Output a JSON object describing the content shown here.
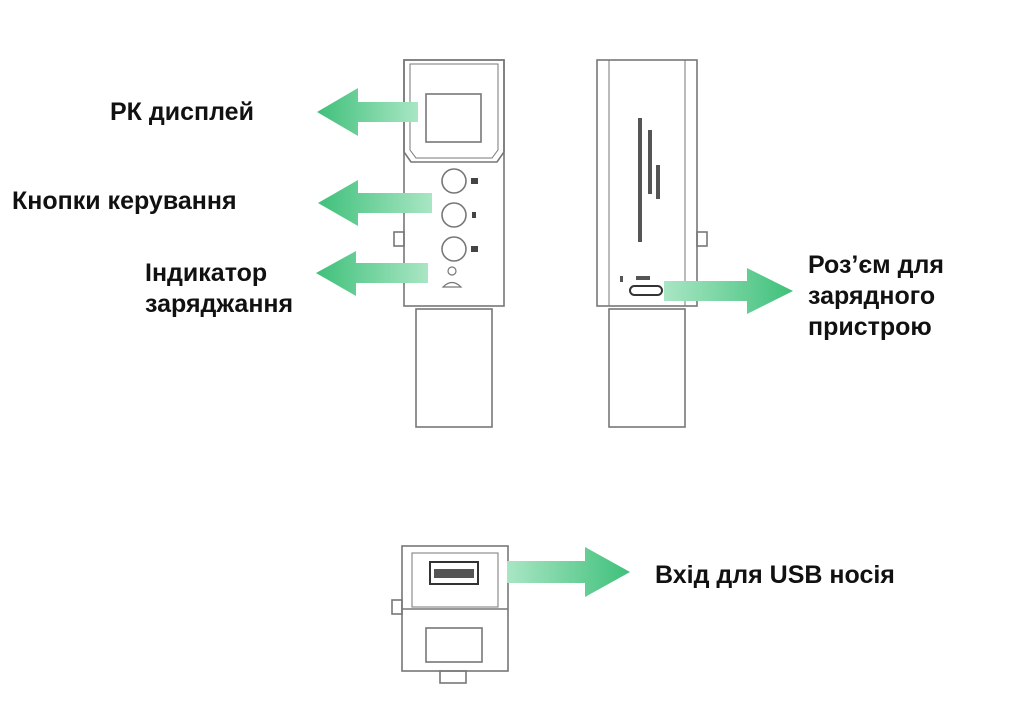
{
  "labels": {
    "display": [
      "РК дисплей"
    ],
    "buttons": [
      "Кнопки керування"
    ],
    "indicator": [
      "Індикатор",
      "заряджання"
    ],
    "connector": [
      "Роз’єм для",
      "зарядного",
      "пристрою"
    ],
    "usb": [
      "Вхід для USB носія"
    ]
  },
  "colors": {
    "arrow": "#5cce8e",
    "outline": "#777777",
    "text": "#111111"
  }
}
